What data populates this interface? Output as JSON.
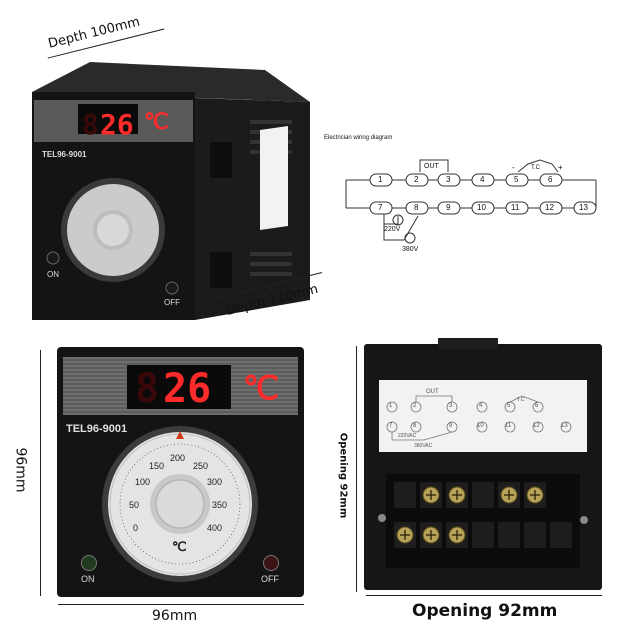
{
  "dimensions": {
    "depth_top": "Depth 100mm",
    "depth_side": "Depth 110mm",
    "height": "96mm",
    "width": "96mm",
    "opening_side": "Opening 92mm",
    "opening_bottom": "Opening 92mm"
  },
  "device": {
    "model": "TEL96-9001",
    "display_dim": "8",
    "display_value": "26",
    "unit": "℃",
    "on_label": "ON",
    "off_label": "OFF",
    "dial_ticks": [
      "0",
      "50",
      "100",
      "150",
      "200",
      "250",
      "300",
      "350",
      "400"
    ],
    "dial_unit": "℃"
  },
  "wiring": {
    "title": "Electrician wiring diagram",
    "terminals_top": [
      "1",
      "2",
      "3",
      "4",
      "5",
      "6"
    ],
    "terminals_bottom": [
      "7",
      "8",
      "9",
      "10",
      "11",
      "12",
      "13"
    ],
    "out_label": "OUT",
    "tc_label": "T.C",
    "minus_label": "-",
    "plus_label": "+",
    "v220_label": "220V",
    "v380_label": "380V"
  },
  "back_label": {
    "terminals_top": [
      "1",
      "2",
      "3",
      "4",
      "5",
      "6"
    ],
    "terminals_bottom": [
      "7",
      "8",
      "9",
      "10",
      "11",
      "12",
      "13"
    ],
    "out_label": "OUT",
    "tc_label": "T.C",
    "v220_label": "220VAC",
    "v380_label": "380VAC"
  },
  "colors": {
    "panel": "#141414",
    "display_red": "#ff2a2a",
    "silver": "#8a8a8a"
  }
}
